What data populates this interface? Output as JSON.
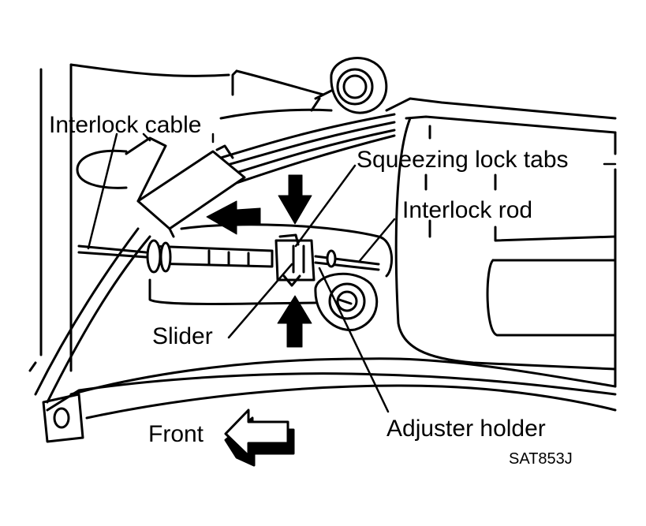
{
  "labels": {
    "interlock_cable": "Interlock cable",
    "squeezing_lock_tabs": "Squeezing lock tabs",
    "interlock_rod": "Interlock rod",
    "slider": "Slider",
    "adjuster_holder": "Adjuster holder",
    "front": "Front",
    "figure_code": "SAT853J"
  },
  "colors": {
    "ink": "#000000",
    "paper": "#ffffff"
  }
}
